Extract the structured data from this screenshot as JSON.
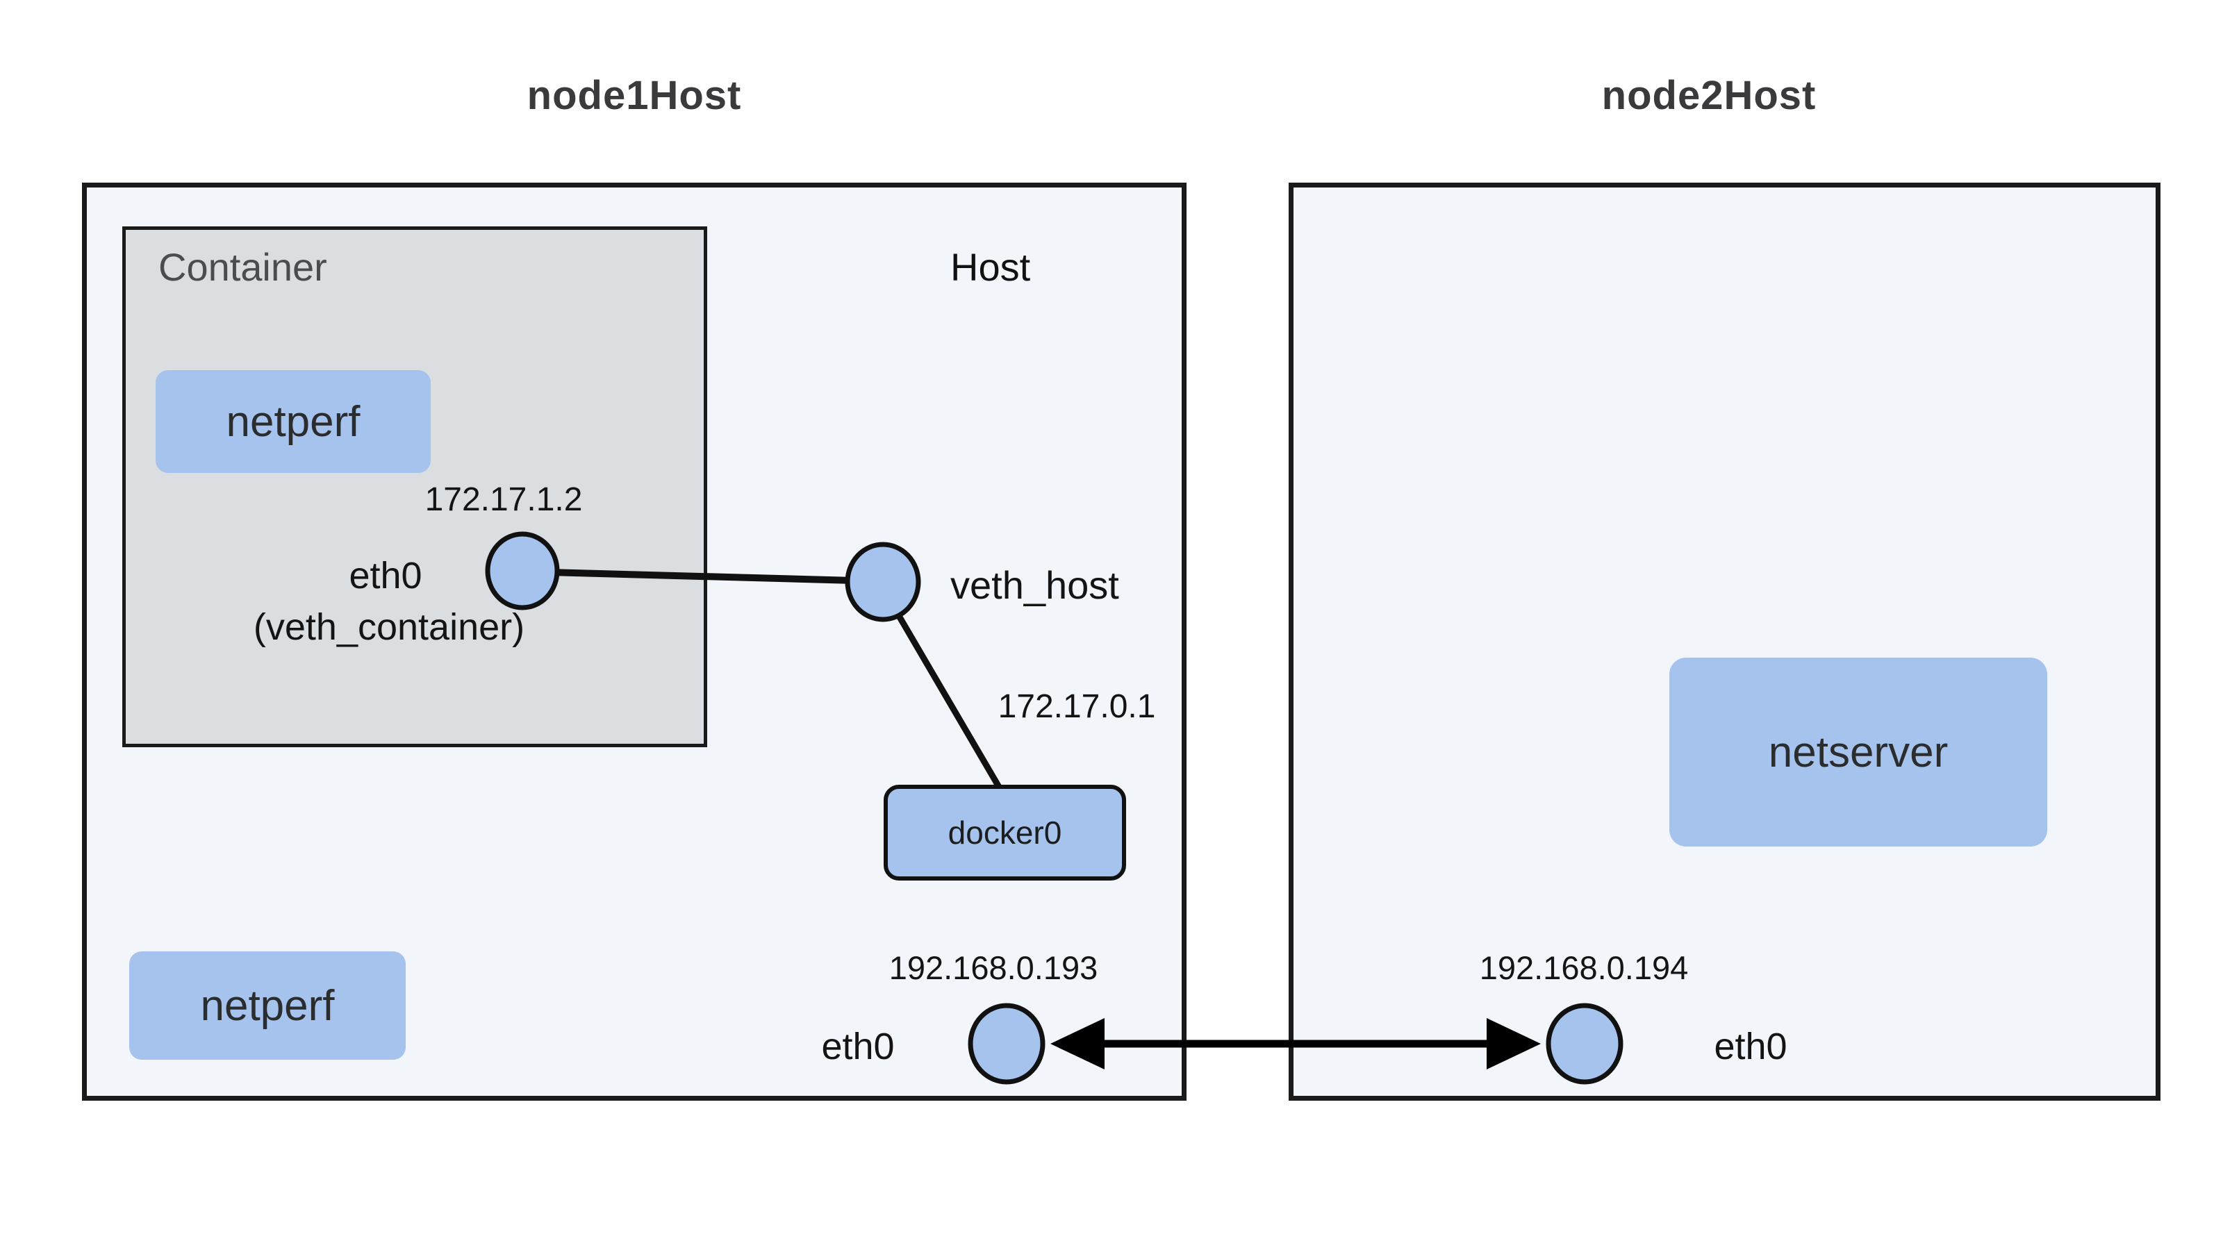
{
  "diagram": {
    "node1": {
      "title": "node1Host",
      "host_label": "Host",
      "container": {
        "label": "Container",
        "process_label": "netperf",
        "interface_name": "eth0",
        "interface_alias": "(veth_container)",
        "interface_ip": "172.17.1.2"
      },
      "veth_host_label": "veth_host",
      "bridge": {
        "label": "docker0",
        "ip": "172.17.0.1"
      },
      "host_process_label": "netperf",
      "host_interface": {
        "name": "eth0",
        "ip": "192.168.0.193"
      }
    },
    "node2": {
      "title": "node2Host",
      "process_label": "netserver",
      "host_interface": {
        "name": "eth0",
        "ip": "192.168.0.194"
      }
    },
    "colors": {
      "process_box_fill": "#a5c3ec",
      "host_box_fill": "#f2f5fa",
      "container_box_fill": "#dbdee1",
      "outline": "#1a1a1a",
      "background": "#ffffff"
    }
  }
}
